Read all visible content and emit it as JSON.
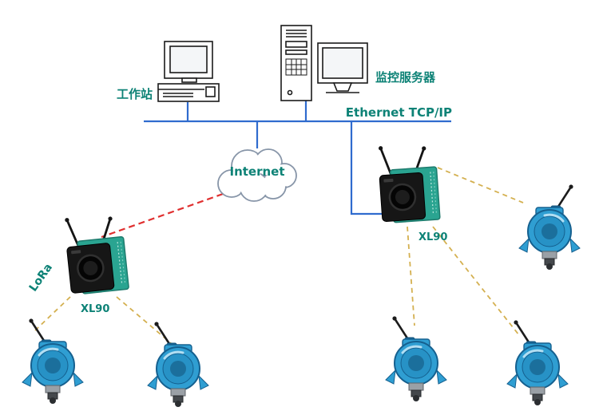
{
  "labels": {
    "workstation": "工作站",
    "server": "监控服务器",
    "ethernet": "Ethernet TCP/IP",
    "internet": "Internet",
    "gateway_left": "XL90",
    "gateway_right": "XL90",
    "lora": "LoRa"
  },
  "colors": {
    "label_text": "#0d8276",
    "network_line": "#2f6bce",
    "lora_uplink_dash": "#e03030",
    "sensor_link_dash": "#d4b050",
    "sensor_body": "#2f9ed2",
    "gateway_board": "#2aa491"
  }
}
